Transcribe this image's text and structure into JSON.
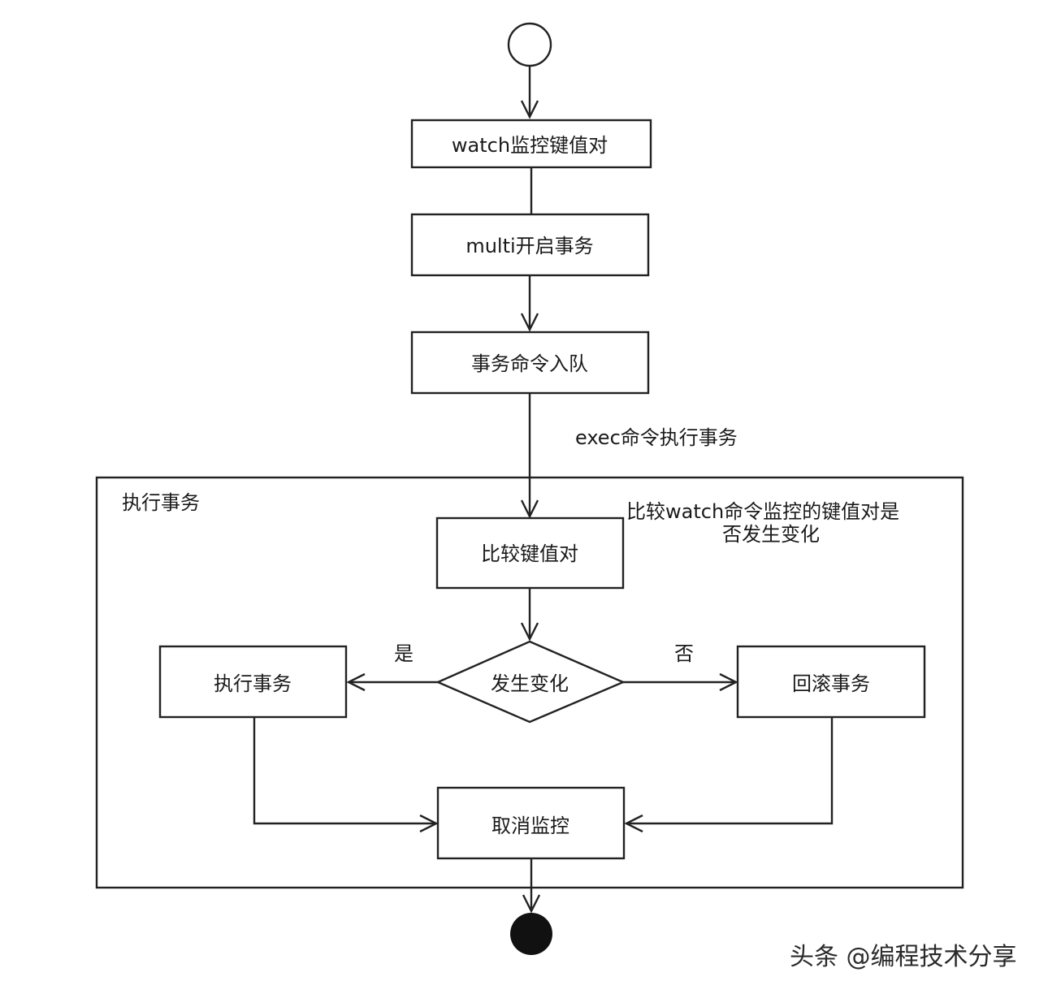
{
  "nodes": {
    "watch": "watch监控键值对",
    "multi": "multi开启事务",
    "enqueue": "事务命令入队",
    "compare": "比较键值对",
    "decision": "发生变化",
    "execute": "执行事务",
    "rollback": "回滚事务",
    "unwatch": "取消监控"
  },
  "edge_labels": {
    "exec": "exec命令执行事务",
    "yes": "是",
    "no": "否"
  },
  "group": {
    "title": "执行事务"
  },
  "annotation": {
    "line1": "比较watch命令监控的键值对是",
    "line2": "否发生变化"
  },
  "watermark": "头条 @编程技术分享"
}
